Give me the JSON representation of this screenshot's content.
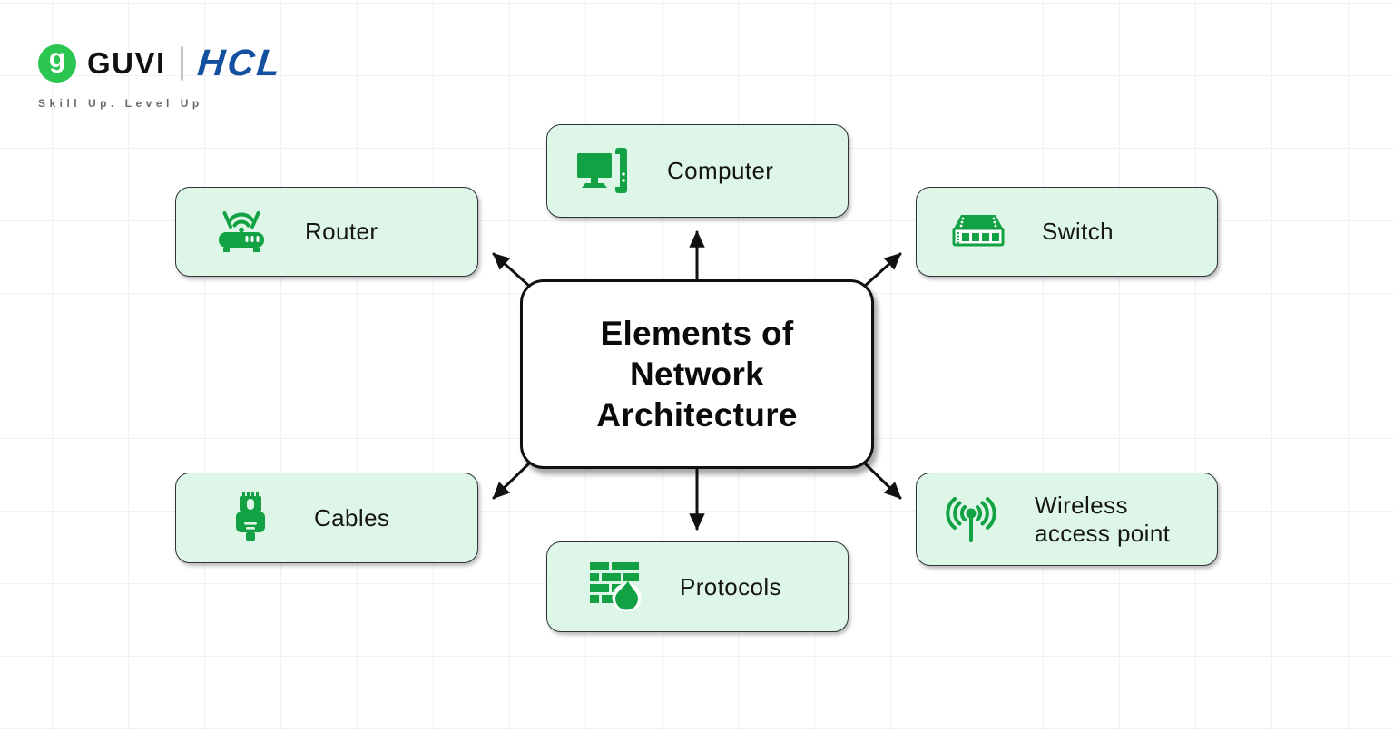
{
  "brand": {
    "guvi_mark": "g",
    "guvi_label": "GUVI",
    "hcl_label": "HCL",
    "tagline": "Skill Up. Level Up",
    "guvi_green": "#2BC652",
    "hcl_blue": "#1450A0"
  },
  "diagram": {
    "center": {
      "title": "Elements of Network Architecture"
    },
    "nodes": [
      {
        "label": "Computer",
        "icon": "computer-icon"
      },
      {
        "label": "Router",
        "icon": "router-icon"
      },
      {
        "label": "Switch",
        "icon": "switch-icon"
      },
      {
        "label": "Cables",
        "icon": "cables-icon"
      },
      {
        "label": "Protocols",
        "icon": "protocols-icon"
      },
      {
        "label": "Wireless access point",
        "icon": "wireless-access-point-icon"
      }
    ],
    "colors": {
      "node_fill": "#DEF6E7",
      "node_border": "#2F3437",
      "icon_green": "#12A244",
      "arrow_black": "#111111"
    }
  }
}
